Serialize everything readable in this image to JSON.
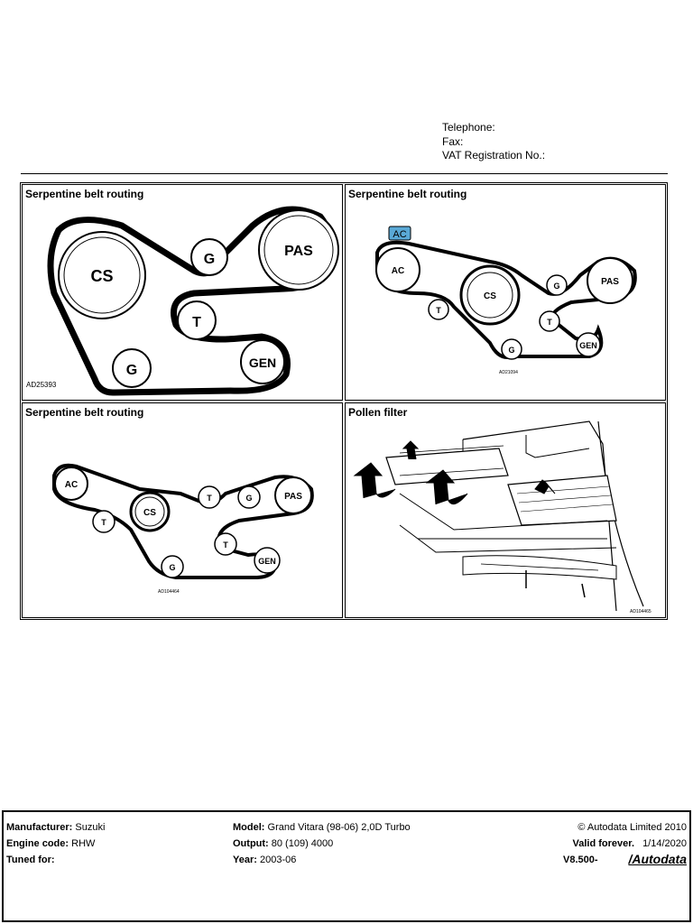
{
  "contact": {
    "telephone_label": "Telephone:",
    "fax_label": "Fax:",
    "vat_label": "VAT Registration No.:"
  },
  "panels": [
    {
      "title": "Serpentine belt routing",
      "code": "AD25393",
      "pulleys": [
        "CS",
        "G",
        "PAS",
        "T",
        "G",
        "GEN"
      ]
    },
    {
      "title": "Serpentine belt routing",
      "code": "AD21094",
      "badge": "AC",
      "pulleys": [
        "AC",
        "T",
        "CS",
        "G",
        "PAS",
        "T",
        "G",
        "GEN"
      ]
    },
    {
      "title": "Serpentine belt routing",
      "code": "AD104464",
      "pulleys": [
        "AC",
        "T",
        "CS",
        "T",
        "G",
        "PAS",
        "T",
        "G",
        "GEN"
      ]
    },
    {
      "title": "Pollen filter",
      "code": "AD104465"
    }
  ],
  "footer": {
    "manufacturer_label": "Manufacturer:",
    "manufacturer_value": "Suzuki",
    "engine_label": "Engine code:",
    "engine_value": "RHW",
    "tuned_label": "Tuned for:",
    "model_label": "Model:",
    "model_value": "Grand Vitara (98-06) 2,0D Turbo",
    "output_label": "Output:",
    "output_value": "80 (109) 4000",
    "year_label": "Year:",
    "year_value": "2003-06",
    "copyright": "© Autodata Limited 2010",
    "valid_label": "Valid forever.",
    "valid_date": "1/14/2020",
    "version": "V8.500-",
    "brand": "/Autodata"
  }
}
